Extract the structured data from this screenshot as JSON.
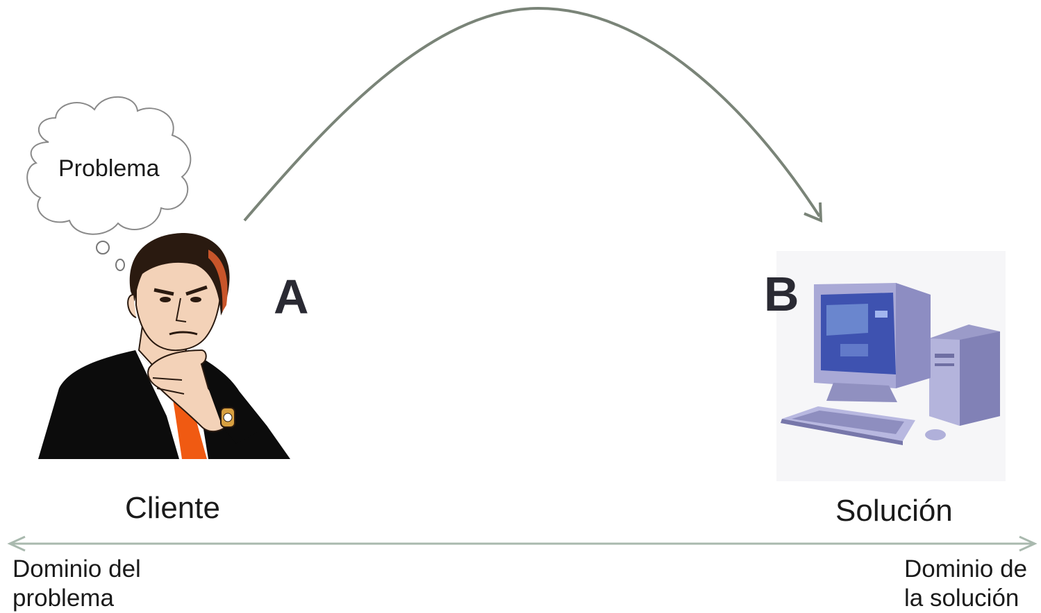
{
  "thought_bubble": {
    "text": "Problema"
  },
  "nodes": {
    "a_label": "A",
    "b_label": "B",
    "client_label": "Cliente",
    "solution_label": "Solución"
  },
  "axis": {
    "left_line1": "Dominio del",
    "left_line2": "problema",
    "right_line1": "Dominio de",
    "right_line2": "la solución"
  },
  "colors": {
    "arc": "#7a8478",
    "axis": "#a9b9ae",
    "suit": "#0c0c0c",
    "tie": "#f05a12",
    "skin": "#f3d2b8",
    "hair": "#2a1a10",
    "monitor": "#a9a9d6",
    "screen": "#3e52b0"
  },
  "icons": {
    "client": "thinking-man-icon",
    "solution": "desktop-computer-icon"
  }
}
